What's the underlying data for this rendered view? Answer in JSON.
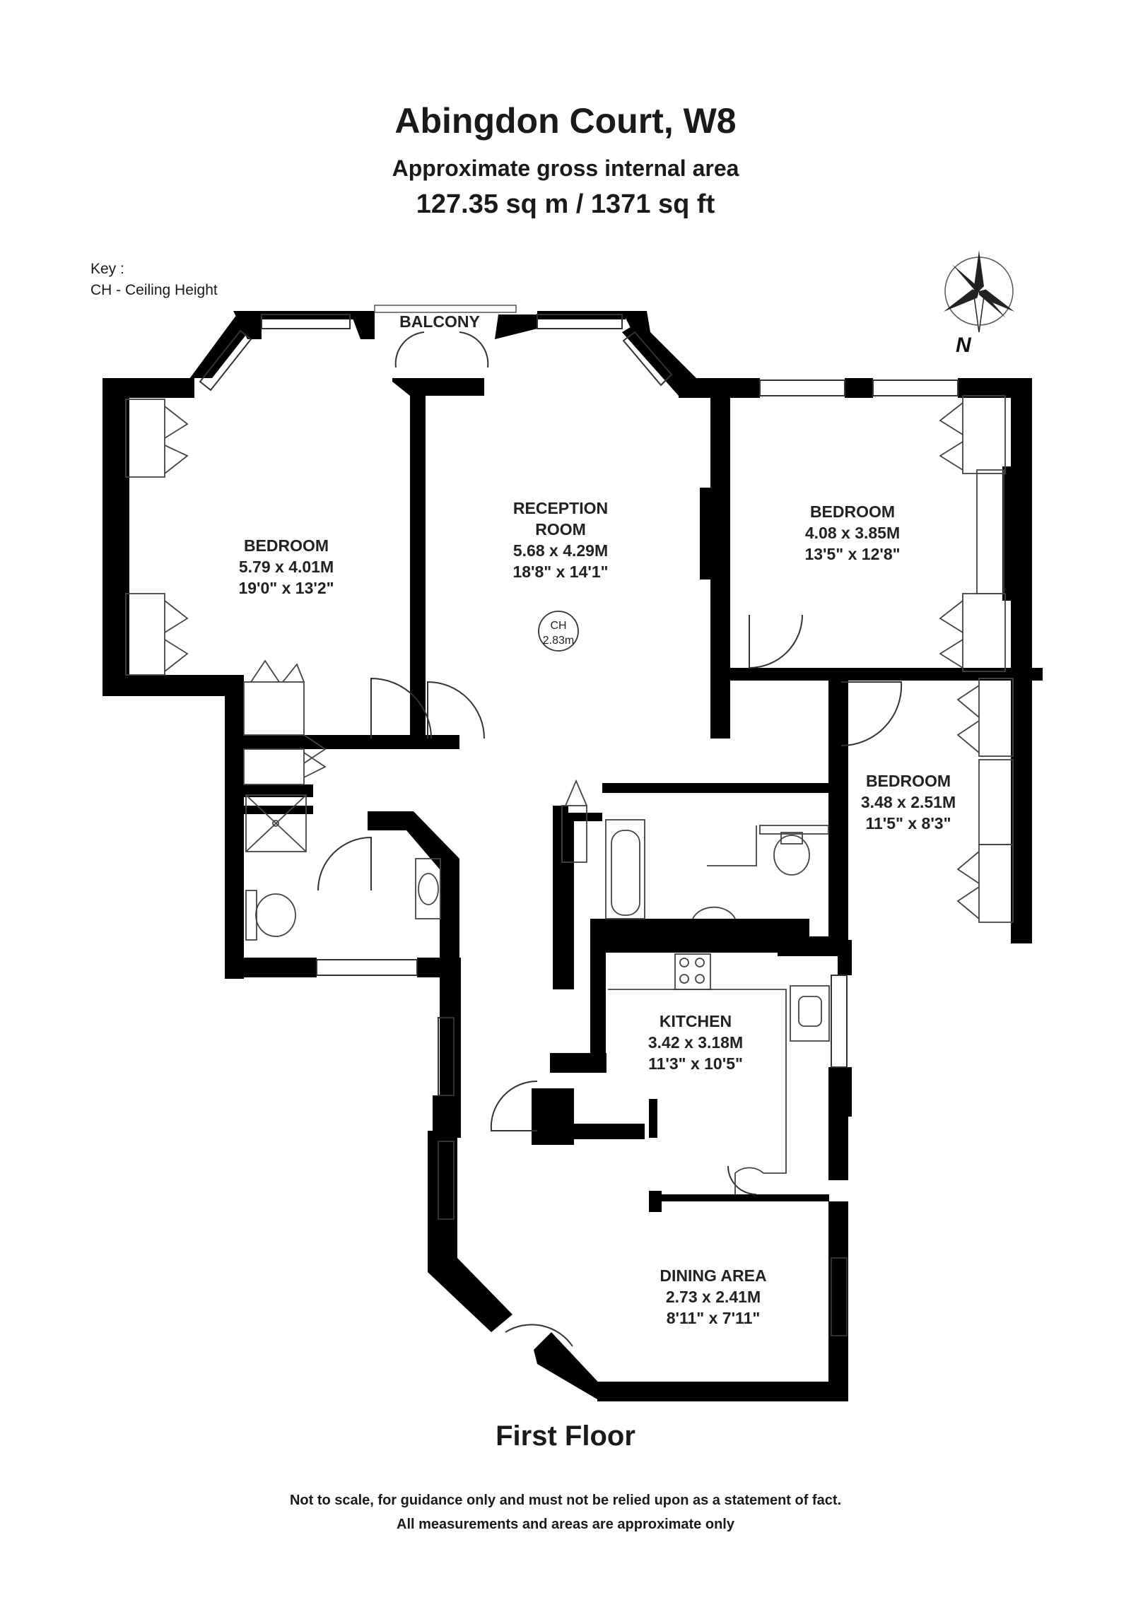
{
  "header": {
    "title": "Abingdon Court, W8",
    "subtitle": "Approximate gross internal area",
    "area": "127.35 sq m / 1371 sq ft"
  },
  "key": {
    "heading": "Key :",
    "entry": "CH - Ceiling Height"
  },
  "compass": {
    "label": "N"
  },
  "labels": {
    "balcony": "BALCONY",
    "ceiling_marker": "CH",
    "ceiling_height": "2.83m"
  },
  "rooms": [
    {
      "name": "BEDROOM",
      "metric": "5.79 x 4.01M",
      "imperial": "19'0\" x 13'2\""
    },
    {
      "name_line1": "RECEPTION",
      "name_line2": "ROOM",
      "metric": "5.68 x 4.29M",
      "imperial": "18'8\" x 14'1\""
    },
    {
      "name": "BEDROOM",
      "metric": "4.08 x 3.85M",
      "imperial": "13'5\" x 12'8\""
    },
    {
      "name": "BEDROOM",
      "metric": "3.48 x 2.51M",
      "imperial": "11'5\" x 8'3\""
    },
    {
      "name": "KITCHEN",
      "metric": "3.42 x 3.18M",
      "imperial": "11'3\" x 10'5\""
    },
    {
      "name": "DINING AREA",
      "metric": "2.73 x 2.41M",
      "imperial": "8'11\" x 7'11\""
    }
  ],
  "footer": {
    "floor": "First Floor",
    "disclaimer_line1": "Not to scale, for guidance only and must not be relied upon as a statement of fact.",
    "disclaimer_line2": "All measurements and areas are approximate only"
  },
  "colors": {
    "wall": "#000000",
    "fixture": "#888888",
    "background": "#ffffff"
  }
}
